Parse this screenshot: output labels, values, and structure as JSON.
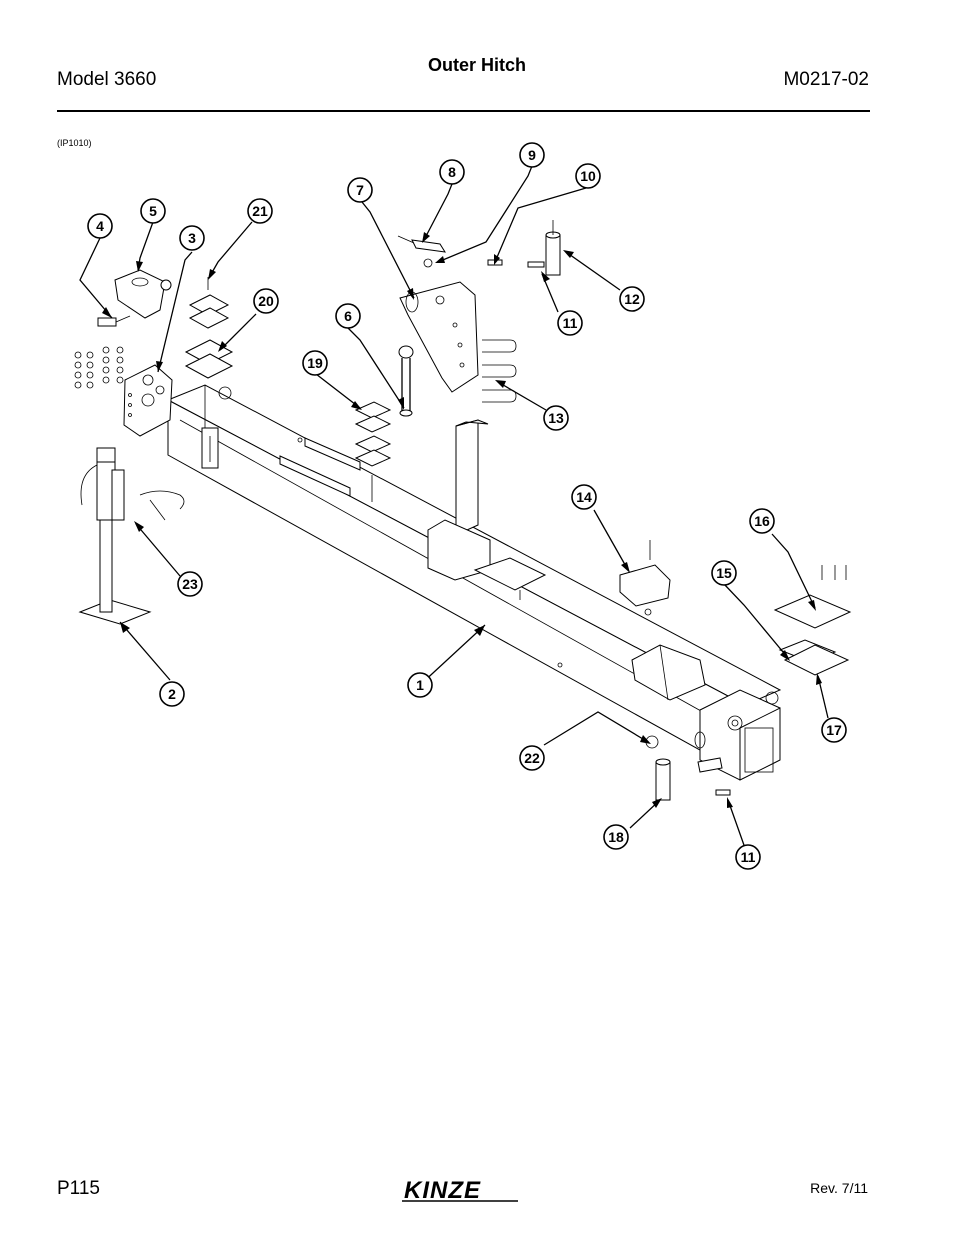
{
  "header": {
    "model": "Model 3660",
    "title": "Outer Hitch",
    "doc_number": "M0217-02"
  },
  "figure": {
    "id": "(IP1010)",
    "callouts": [
      "1",
      "2",
      "3",
      "4",
      "5",
      "6",
      "7",
      "8",
      "9",
      "10",
      "11",
      "11",
      "12",
      "13",
      "14",
      "15",
      "16",
      "17",
      "18",
      "19",
      "20",
      "21",
      "22",
      "23"
    ]
  },
  "footer": {
    "page": "P115",
    "brand": "KINZE",
    "revision": "Rev. 7/11"
  }
}
